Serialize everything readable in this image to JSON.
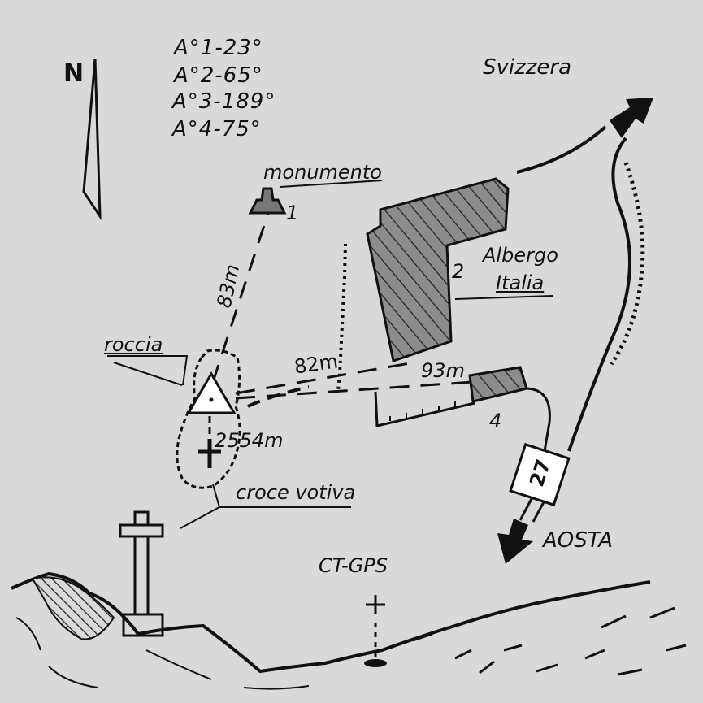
{
  "north_label": "N",
  "azimuths": [
    "A°1-23°",
    "A°2-65°",
    "A°3-189°",
    "A°4-75°"
  ],
  "labels": {
    "monumento": "monumento",
    "svizzera": "Svizzera",
    "albergo_line1": "Albergo",
    "albergo_line2": "Italia",
    "roccia": "roccia",
    "croce_votiva": "croce votiva",
    "aosta": "AOSTA",
    "ct_gps": "CT-GPS",
    "road_number": "27"
  },
  "points": {
    "p1": "1",
    "p2": "2",
    "p4": "4"
  },
  "distances": {
    "d_monumento": "83m",
    "d_albergo": "82m",
    "d_point4": "93m",
    "elevation": "2554m"
  }
}
